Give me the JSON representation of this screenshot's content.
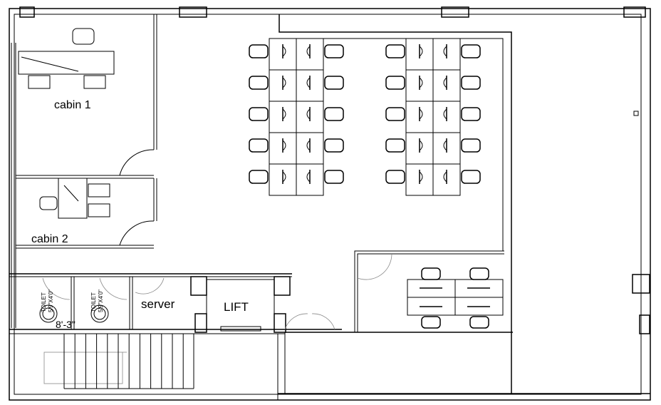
{
  "rooms": {
    "cabin1": "cabin 1",
    "cabin2": "cabin 2",
    "server": "server",
    "lift": "LIFT",
    "toilet1": "TOILET",
    "toilet1_size": "5'9\"X4'0\"",
    "toilet2": "TOILET",
    "toilet2_size": "5'9\"X4'0\""
  },
  "dimension": "8'-3\"",
  "colors": {
    "line": "#000000",
    "label_orange": "#6b3a00"
  }
}
